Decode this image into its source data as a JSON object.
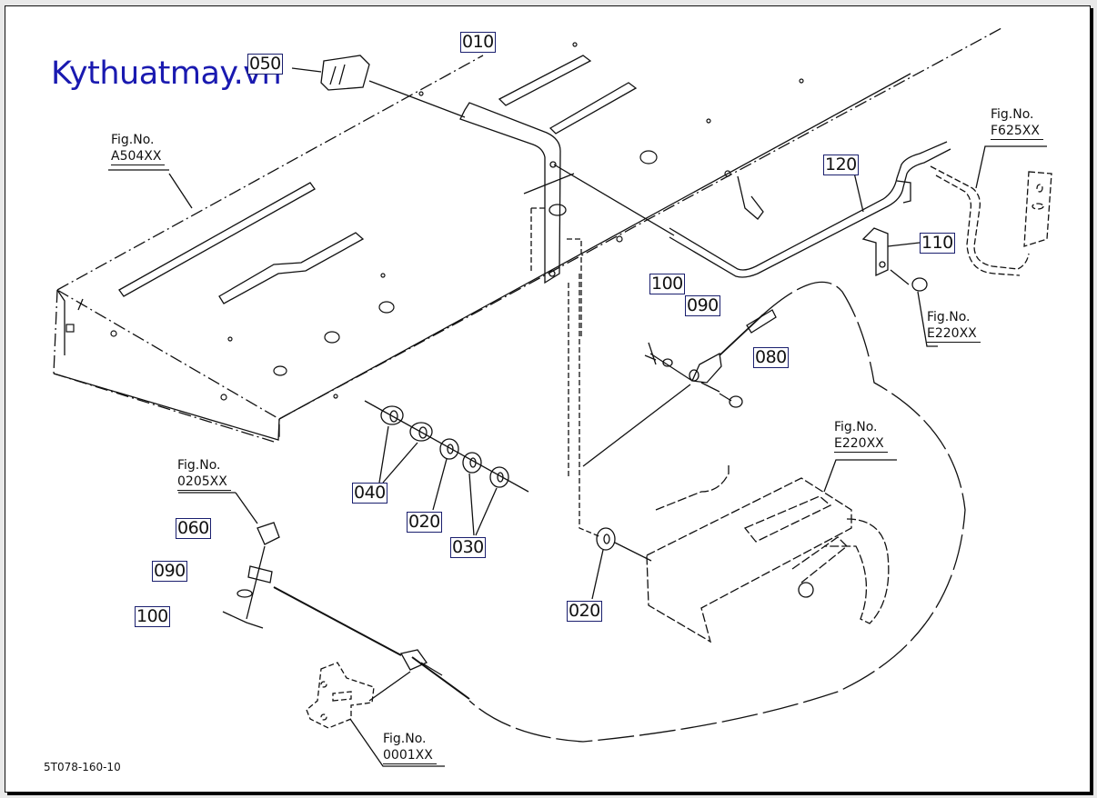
{
  "watermark": "Kythuatmay.vn",
  "document_id": "5T078-160-10",
  "part_labels": [
    {
      "id": "p050",
      "text": "050"
    },
    {
      "id": "p010",
      "text": "010"
    },
    {
      "id": "p120",
      "text": "120"
    },
    {
      "id": "p110",
      "text": "110"
    },
    {
      "id": "p100a",
      "text": "100"
    },
    {
      "id": "p090a",
      "text": "090"
    },
    {
      "id": "p080",
      "text": "080"
    },
    {
      "id": "p040",
      "text": "040"
    },
    {
      "id": "p020a",
      "text": "020"
    },
    {
      "id": "p030",
      "text": "030"
    },
    {
      "id": "p020b",
      "text": "020"
    },
    {
      "id": "p060",
      "text": "060"
    },
    {
      "id": "p090b",
      "text": "090"
    },
    {
      "id": "p100b",
      "text": "100"
    }
  ],
  "figure_refs": [
    {
      "id": "a504",
      "caption": "Fig.No.",
      "number": "A504XX"
    },
    {
      "id": "f625",
      "caption": "Fig.No.",
      "number": "F625XX"
    },
    {
      "id": "e220a",
      "caption": "Fig.No.",
      "number": "E220XX"
    },
    {
      "id": "e220b",
      "caption": "Fig.No.",
      "number": "E220XX"
    },
    {
      "id": "f0205",
      "caption": "Fig.No.",
      "number": "0205XX"
    },
    {
      "id": "f0001",
      "caption": "Fig.No.",
      "number": "0001XX"
    }
  ],
  "colors": {
    "label_border": "#1a1f6e",
    "watermark": "#1a1ab0",
    "line": "#111111"
  }
}
